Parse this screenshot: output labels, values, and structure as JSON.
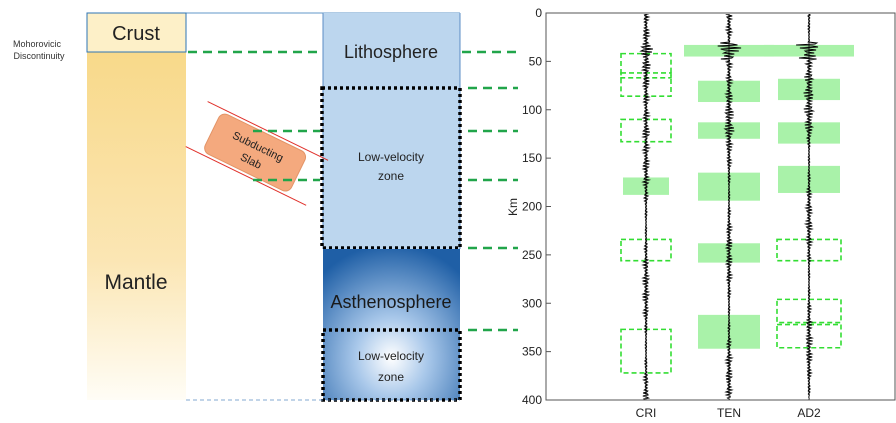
{
  "left_diagram": {
    "moho_label_line1": "Mohorovicic",
    "moho_label_line2": "Discontinuity",
    "crust": "Crust",
    "mantle": "Mantle",
    "lithosphere": "Lithosphere",
    "lvz_upper_line1": "Low-velocity",
    "lvz_upper_line2": "zone",
    "asthenosphere": "Asthenosphere",
    "lvz_lower_line1": "Low-velocity",
    "lvz_lower_line2": "zone",
    "slab_line1": "Subducting",
    "slab_line2": "Slab",
    "colors": {
      "crust_fill": "#fdf0c8",
      "mantle_top": "#f8d98a",
      "litho_fill": "#bcd6ee",
      "astheno_dark": "#1f5fa6",
      "slab_fill": "#f4a97e",
      "dash_green": "#21a54a"
    }
  },
  "chart_data": {
    "type": "other",
    "ylabel": "Km",
    "ylim": [
      0,
      400
    ],
    "y_reversed": true,
    "yticks": [
      0,
      50,
      100,
      150,
      200,
      250,
      300,
      350,
      400
    ],
    "categories": [
      "CRI",
      "TEN",
      "AD2"
    ],
    "solid_boxes": [
      {
        "trace": "CRI",
        "top": 170,
        "bottom": 188
      },
      {
        "trace": "TEN",
        "top": 33,
        "bottom": 45
      },
      {
        "trace": "TEN",
        "top": 70,
        "bottom": 92
      },
      {
        "trace": "TEN",
        "top": 113,
        "bottom": 130
      },
      {
        "trace": "TEN",
        "top": 165,
        "bottom": 194
      },
      {
        "trace": "TEN",
        "top": 238,
        "bottom": 258
      },
      {
        "trace": "TEN",
        "top": 312,
        "bottom": 347
      },
      {
        "trace": "AD2",
        "top": 33,
        "bottom": 45
      },
      {
        "trace": "AD2",
        "top": 68,
        "bottom": 90
      },
      {
        "trace": "AD2",
        "top": 113,
        "bottom": 135
      },
      {
        "trace": "AD2",
        "top": 158,
        "bottom": 186
      }
    ],
    "dashed_boxes": [
      {
        "trace": "CRI",
        "top": 42,
        "bottom": 67
      },
      {
        "trace": "CRI",
        "top": 62,
        "bottom": 86
      },
      {
        "trace": "CRI",
        "top": 110,
        "bottom": 133
      },
      {
        "trace": "CRI",
        "top": 234,
        "bottom": 256
      },
      {
        "trace": "CRI",
        "top": 327,
        "bottom": 372
      },
      {
        "trace": "AD2",
        "top": 234,
        "bottom": 256
      },
      {
        "trace": "AD2",
        "top": 296,
        "bottom": 320
      },
      {
        "trace": "AD2",
        "top": 322,
        "bottom": 346
      }
    ],
    "colors": {
      "box_fill": "#a9f2a9",
      "box_edge": "#33dd33",
      "trace": "#000000"
    }
  }
}
